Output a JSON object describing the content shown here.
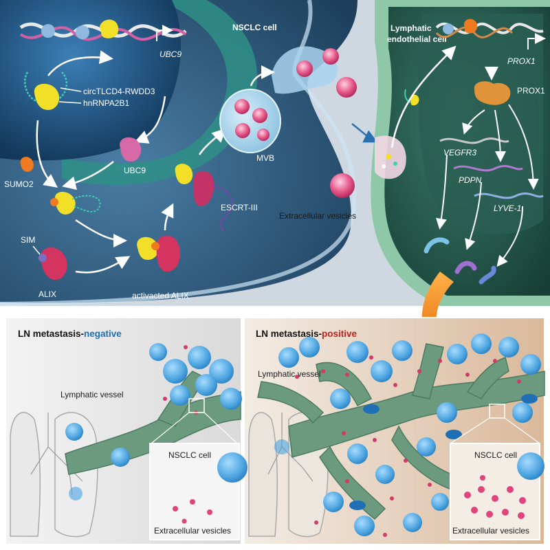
{
  "top": {
    "nsclc_cell_title": "NSCLC cell",
    "lymphatic_cell_title_line1": "Lymphatic",
    "lymphatic_cell_title_line2": "endothelial cell",
    "gene_ubc9": "UBC9",
    "circ_label": "circTLCD4-RWDD3",
    "hnrnp_label": "hnRNPA2B1",
    "ubc9_protein": "UBC9",
    "sumo2": "SUMO2",
    "mvb": "MVB",
    "escrt": "ESCRT-III",
    "sim": "SIM",
    "alix": "ALIX",
    "activated_alix": "activacted ALIX",
    "extracellular_vesicles": "Extracellular vesicles",
    "gene_prox1": "PROX1",
    "prox1_protein": "PROX1",
    "vegfr3": "VEGFR3",
    "pdpn": "PDPN",
    "lyve1": "LYVE-1"
  },
  "bottom_left": {
    "title_prefix": "LN metastasis-",
    "title_status": "negative",
    "lymphatic_vessel": "Lymphatic vessel",
    "nsclc_cell": "NSCLC cell",
    "extracellular_vesicles": "Extracellular vesicles"
  },
  "bottom_right": {
    "title_prefix": "LN metastasis-",
    "title_status": "positive",
    "lymphatic_vessel": "Lymphatic vessel",
    "nsclc_cell": "NSCLC cell",
    "extracellular_vesicles": "Extracellular vesicles"
  },
  "colors": {
    "negative": "#1f6fb5",
    "positive": "#c0201e",
    "nsclc_cytoplasm": "#2e5f86",
    "nucleus": "#1f5a8a",
    "lymphatic_cell": "#2f6b5c",
    "vesicle_pink": "#e0447a",
    "tumor_blue": "#5aaee6",
    "vessel_green": "#6b9a7e",
    "arrow_orange": "#f08a1c"
  }
}
